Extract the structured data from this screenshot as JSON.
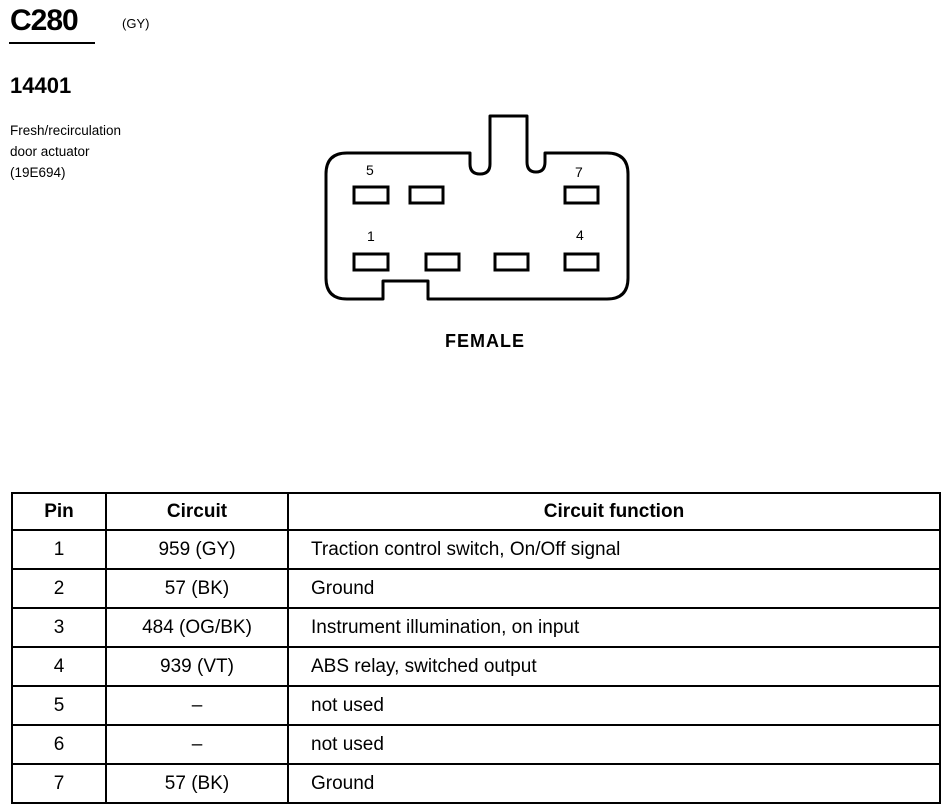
{
  "connector": {
    "id": "C280",
    "color_code": "(GY)",
    "part_number": "14401",
    "description_lines": [
      "Fresh/recirculation",
      "door actuator",
      "(19E694)"
    ],
    "gender": "FEMALE",
    "pin_labels": [
      "5",
      "7",
      "1",
      "4"
    ]
  },
  "table": {
    "headers": {
      "pin": "Pin",
      "circuit": "Circuit",
      "function": "Circuit function"
    },
    "rows": [
      {
        "pin": "1",
        "circuit": "959 (GY)",
        "function": "Traction control switch, On/Off signal"
      },
      {
        "pin": "2",
        "circuit": "57 (BK)",
        "function": "Ground"
      },
      {
        "pin": "3",
        "circuit": "484 (OG/BK)",
        "function": "Instrument illumination, on input"
      },
      {
        "pin": "4",
        "circuit": "939 (VT)",
        "function": "ABS relay, switched output"
      },
      {
        "pin": "5",
        "circuit": "–",
        "function": "not used"
      },
      {
        "pin": "6",
        "circuit": "–",
        "function": "not used"
      },
      {
        "pin": "7",
        "circuit": "57 (BK)",
        "function": "Ground"
      }
    ]
  }
}
